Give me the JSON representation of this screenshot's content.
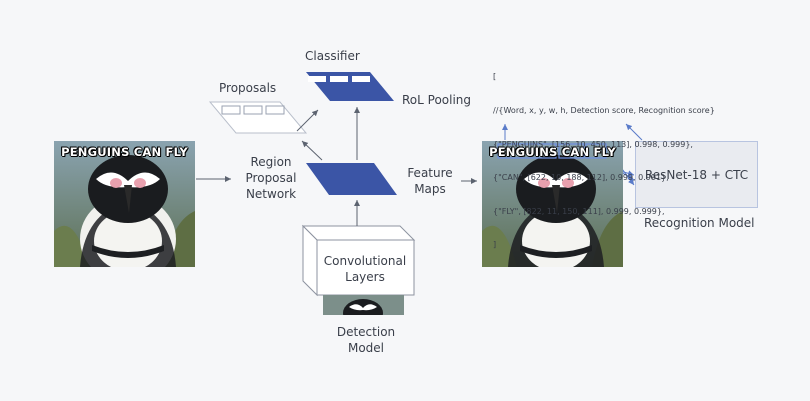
{
  "labels": {
    "classifier": "Classifier",
    "proposals": "Proposals",
    "roi_pooling": "RoL Pooling",
    "region_proposal_network": [
      "Region",
      "Proposal",
      "Network"
    ],
    "feature_maps": [
      "Feature",
      "Maps"
    ],
    "convolutional_layers": [
      "Convolutional",
      "Layers"
    ],
    "detection_model": [
      "Detection",
      "Model"
    ],
    "recognition_model": "Recognition Model",
    "recognition_box": "ResNet-18 + CTC"
  },
  "meme_text": "PENGUINS CAN FLY",
  "output_json": [
    "[",
    "//{Word, x, y, w, h, Detection score, Recognition score}",
    "{\"PENGUINS\", [156, 10, 450, 113], 0.998, 0.999},",
    "{\"CAN\", [622, 10, 188, 112], 0.999, 0.991},",
    "{\"FLY\", [822, 11, 150, 111], 0.999, 0.999},",
    "]"
  ],
  "colors": {
    "accent_blue": "#3b55a6",
    "arrow_blue": "#5a7bc9",
    "arrow_gray": "#5c6370",
    "background": "#f6f7f9"
  }
}
